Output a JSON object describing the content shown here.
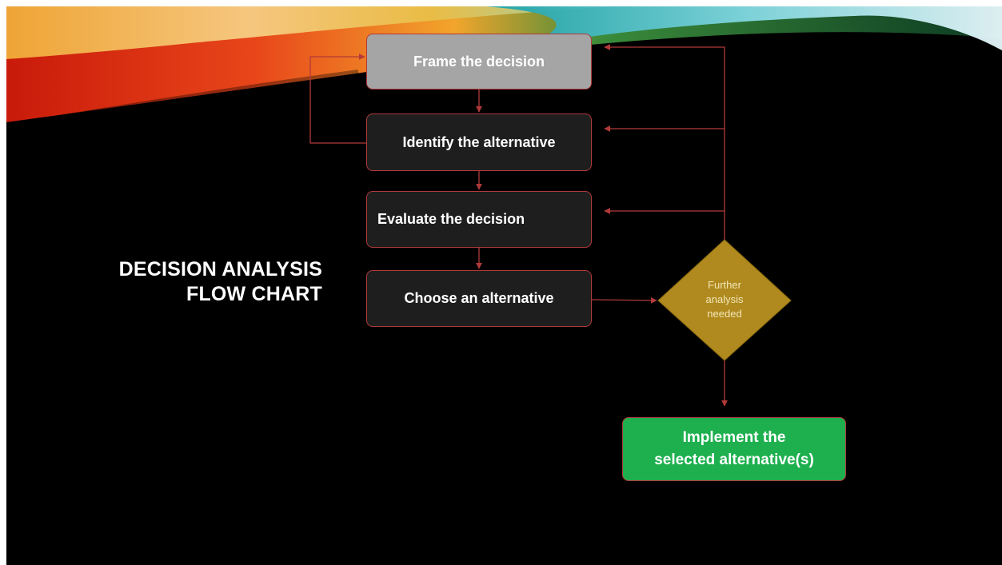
{
  "title": {
    "line1": "DECISION ANALYSIS",
    "line2": "FLOW CHART"
  },
  "steps": [
    {
      "label": "Frame the decision"
    },
    {
      "label": "Identify the alternative"
    },
    {
      "label": "Evaluate the decision"
    },
    {
      "label": "Choose an alternative"
    }
  ],
  "decision": {
    "line1": "Further",
    "line2": "analysis",
    "line3": "needed"
  },
  "final": {
    "line1": "Implement the",
    "line2": "selected alternative(s)"
  },
  "colors": {
    "background": "#000000",
    "frame_box": "#a5a5a5",
    "step_box": "#1e1e1e",
    "connector": "#b23a3a",
    "decision": "#b08a1e",
    "final": "#1eb04f"
  }
}
